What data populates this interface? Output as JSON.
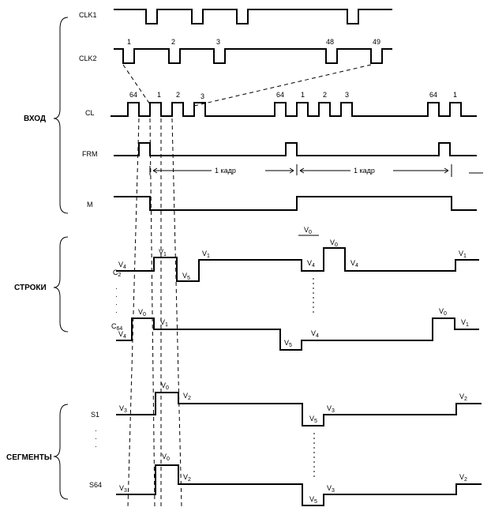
{
  "groups": {
    "input": "ВХОД",
    "rows": "СТРОКИ",
    "segments": "СЕГМЕНТЫ"
  },
  "signals": {
    "clk1": "CLK1",
    "clk2": "CLK2",
    "cl": "CL",
    "frm": "FRM",
    "m": "M"
  },
  "rows": {
    "c2": "C",
    "c2_sub": "2",
    "c64": "C",
    "c64_sub": "64"
  },
  "segments": {
    "s1": "S1",
    "s64": "S64"
  },
  "clk2_pulses": [
    "1",
    "2",
    "3",
    "48",
    "49"
  ],
  "cl_pulses": [
    "64",
    "1",
    "2",
    "3",
    "64",
    "1",
    "2",
    "3",
    "64",
    "1"
  ],
  "frame_label": "1 кадр",
  "v": {
    "letter": "V",
    "v0": "0",
    "v1": "1",
    "v2": "2",
    "v3": "3",
    "v4": "4",
    "v5": "5"
  }
}
